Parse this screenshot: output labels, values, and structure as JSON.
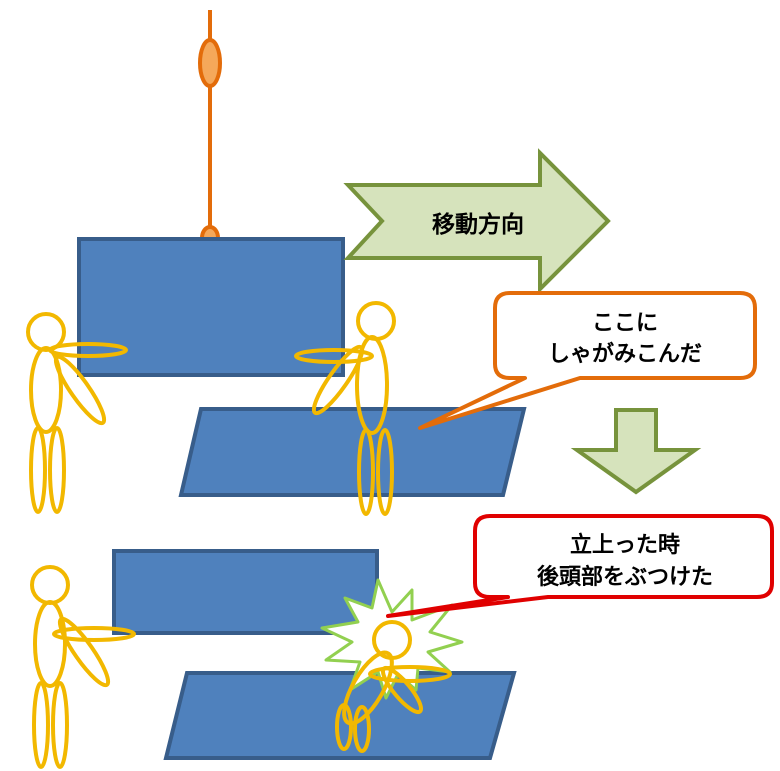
{
  "labels": {
    "direction": "移動方向",
    "callout_crouch": [
      "ここに",
      "しゃがみこんだ"
    ],
    "callout_hit": [
      "立上った時",
      "後頭部をぶつけた"
    ]
  },
  "colors": {
    "block_fill": "#4f81bd",
    "block_stroke": "#385d8a",
    "person_stroke": "#f2b800",
    "crane_stroke": "#e36c0a",
    "crane_hook_fill": "#f5a85a",
    "arrow_fill": "#d6e3bc",
    "arrow_stroke": "#77933c",
    "callout_orange": "#e36c0a",
    "callout_red": "#e00000",
    "impact_stroke": "#92d050"
  }
}
